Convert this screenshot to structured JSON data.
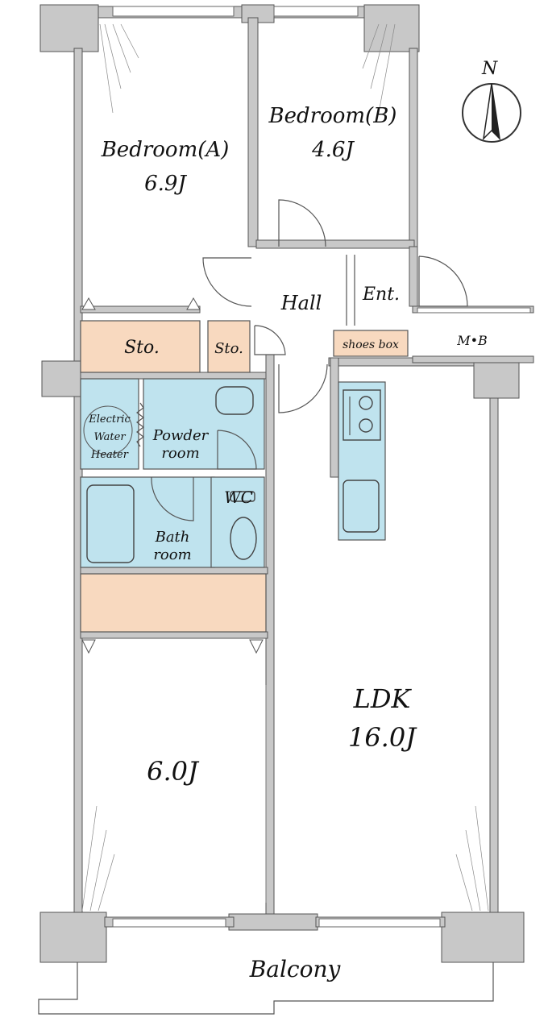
{
  "rooms": {
    "bedroom_a": {
      "name": "Bedroom(A)",
      "size": "6.9J"
    },
    "bedroom_b": {
      "name": "Bedroom(B)",
      "size": "4.6J"
    },
    "hall": "Hall",
    "entrance": "Ent.",
    "storage_1": "Sto.",
    "storage_2": "Sto.",
    "shoes_box": "shoes box",
    "meter_box": "M•B",
    "water_heater": [
      "Electric",
      "Water",
      "Heater"
    ],
    "powder_room": [
      "Powder",
      "room"
    ],
    "wc": "WC",
    "bath_room": [
      "Bath",
      "room"
    ],
    "western_room": {
      "size": "6.0J"
    },
    "ldk": {
      "name": "LDK",
      "size": "16.0J"
    },
    "balcony": "Balcony"
  },
  "compass": {
    "label": "N"
  },
  "colors": {
    "storage": "#f8d9bf",
    "wet_area": "#bfe3ee",
    "wall": "#c8c8c8"
  }
}
